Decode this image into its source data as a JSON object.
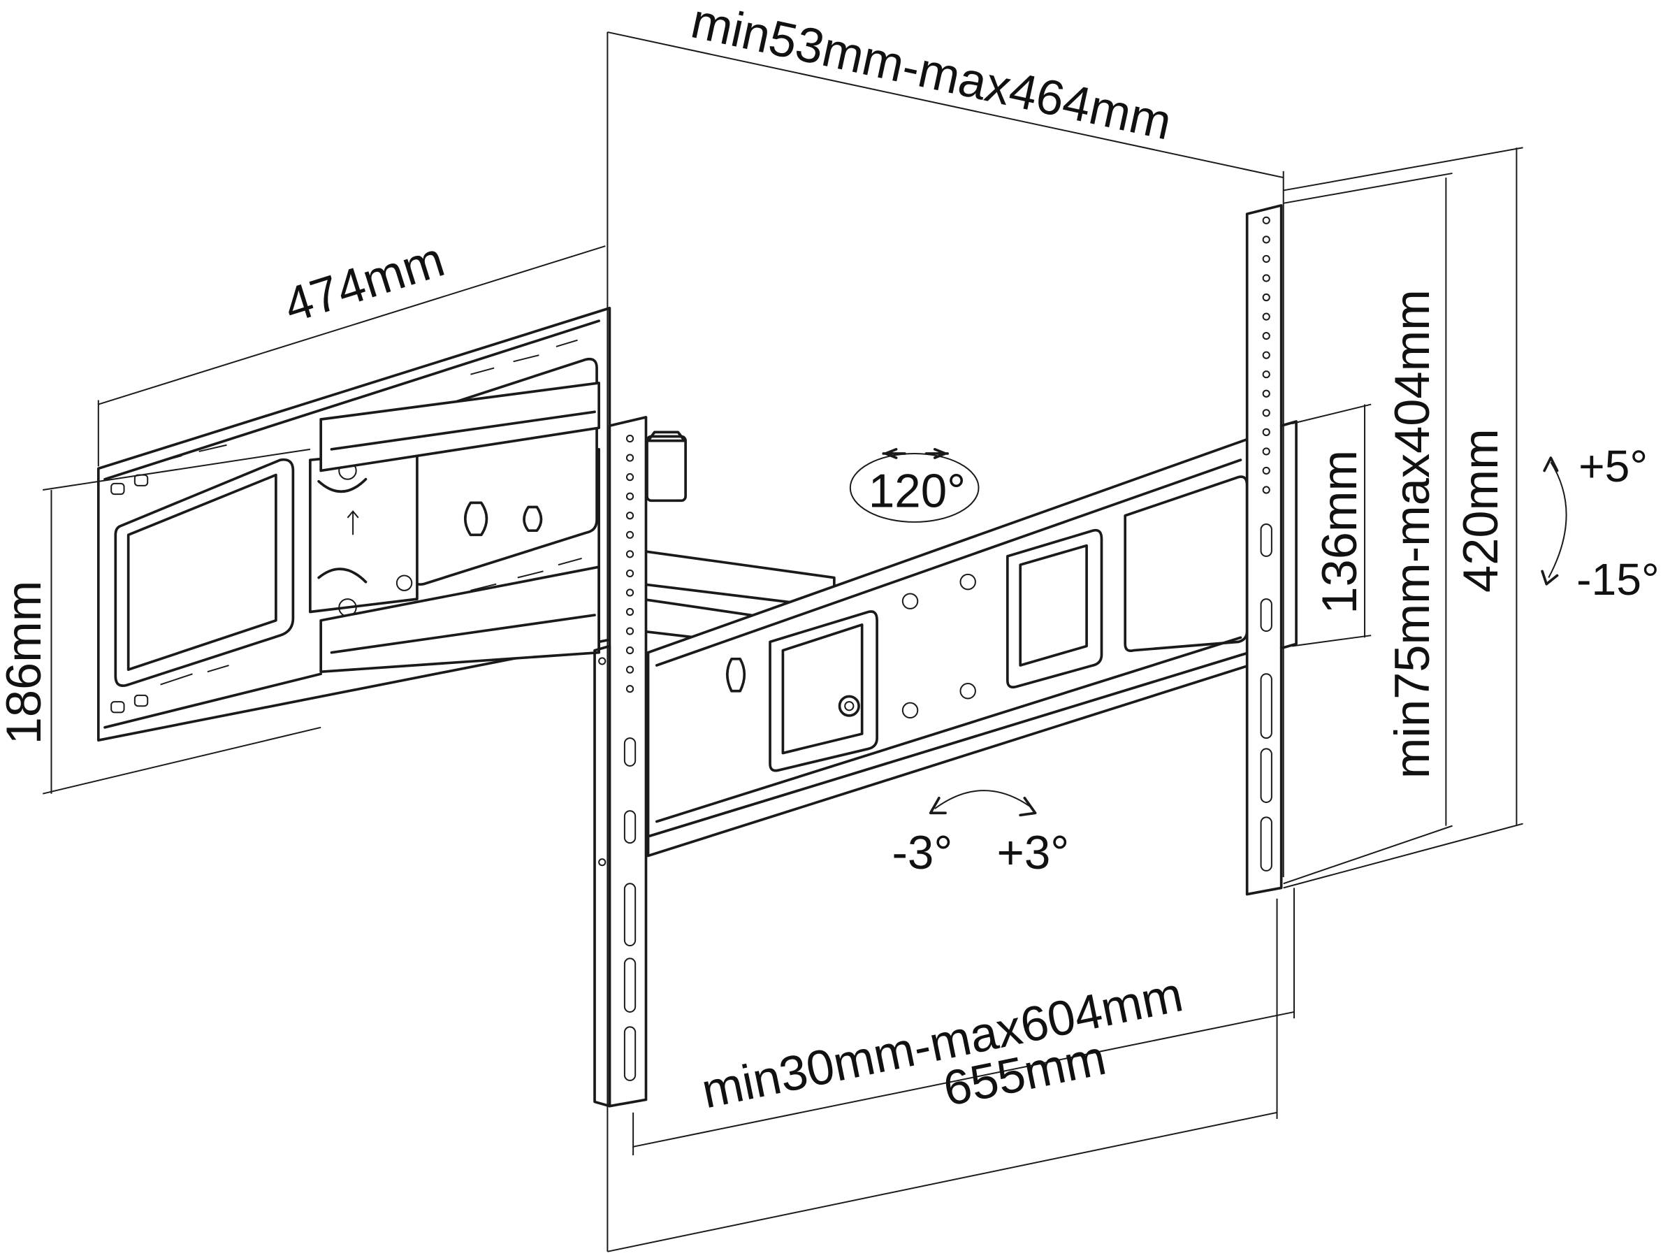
{
  "dimensions": {
    "top_depth": "min53mm-max464mm",
    "arm_length": "474mm",
    "wall_plate_height": "186mm",
    "vesa_vertical": "min75mm-max404mm",
    "bracket_height": "420mm",
    "rail_spacing": "136mm",
    "vesa_horizontal": "min30mm-max604mm",
    "total_width": "655mm"
  },
  "angles": {
    "swivel": "120°",
    "tilt_up": "+5°",
    "tilt_down": "-15°",
    "rotate_left": "-3°",
    "rotate_right": "+3°"
  }
}
